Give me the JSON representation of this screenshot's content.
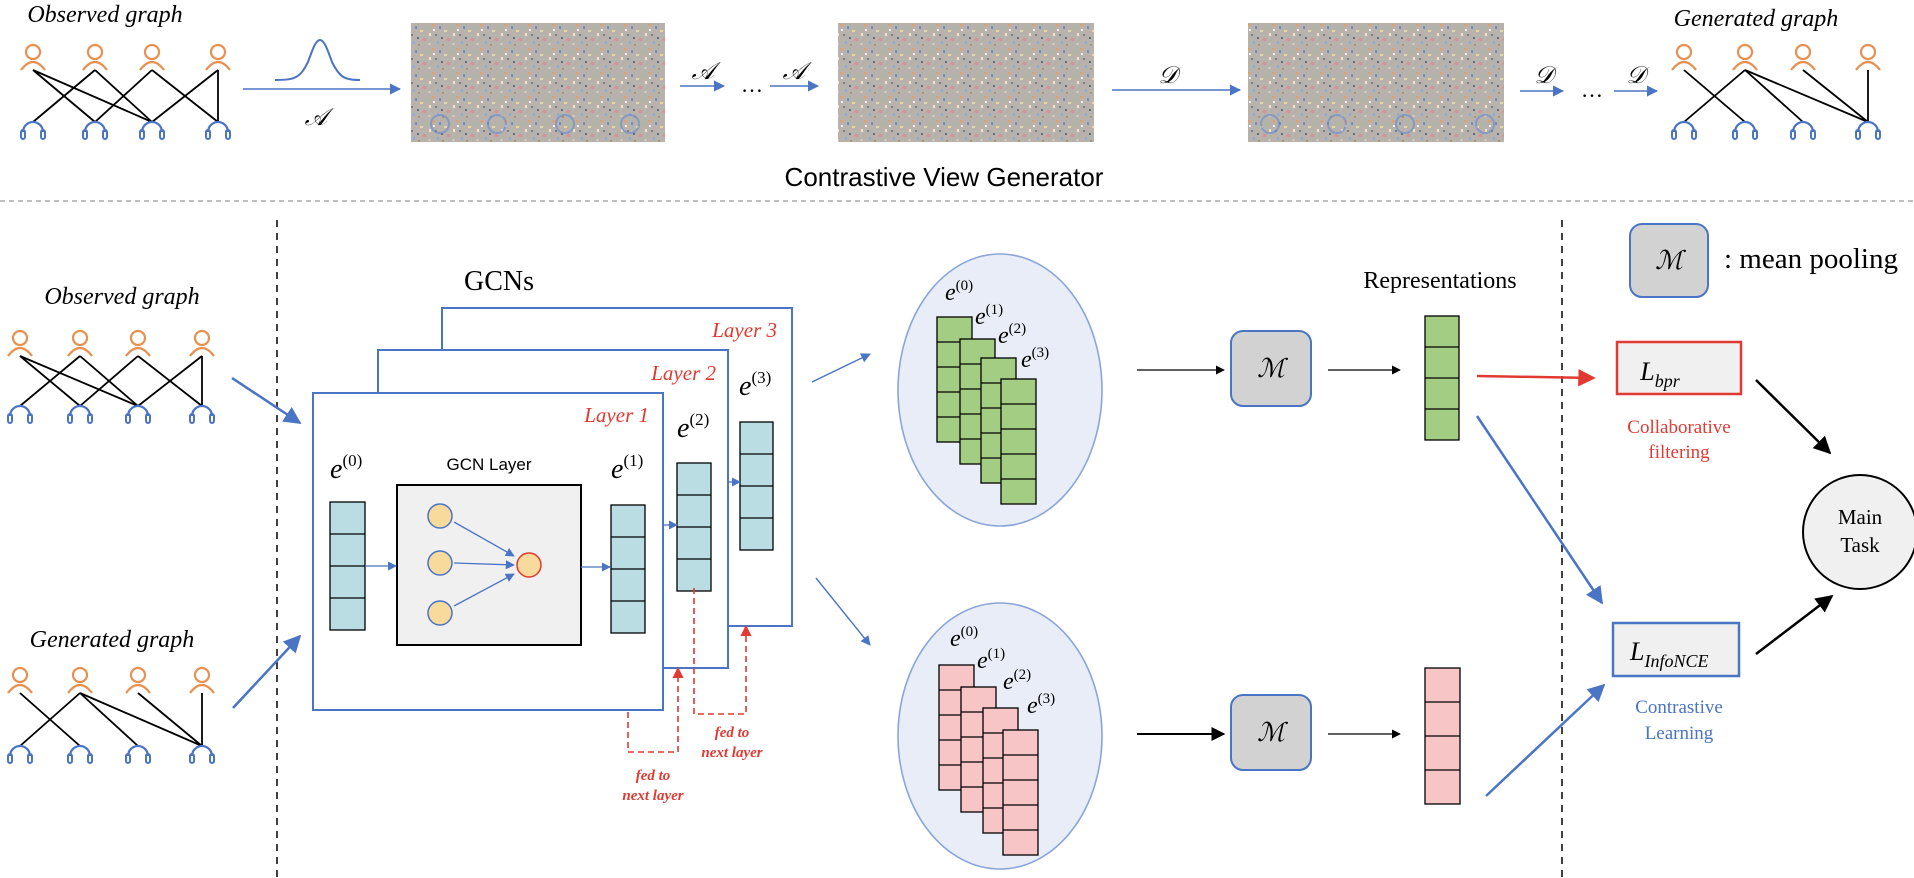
{
  "top": {
    "observed_title": "Observed graph",
    "generated_title": "Generated graph",
    "caption": "Contrastive View Generator",
    "symbol_a": "𝒜",
    "symbol_d": "𝒟",
    "dots": "…"
  },
  "left": {
    "observed_title": "Observed graph",
    "generated_title": "Generated graph"
  },
  "gcn": {
    "title": "GCNs",
    "layer1": "Layer 1",
    "layer2": "Layer 2",
    "layer3": "Layer 3",
    "inner_label": "GCN Layer",
    "e_base": "e",
    "sup0": "(0)",
    "sup1": "(1)",
    "sup2": "(2)",
    "sup3": "(3)",
    "fed_line1": "fed to",
    "fed_line2": "next layer"
  },
  "pooling": {
    "symbol": "ℳ",
    "legend_text": ": mean pooling"
  },
  "representations_label": "Representations",
  "loss": {
    "bpr_base": "L",
    "bpr_sub": "bpr",
    "infonce_base": "L",
    "infonce_sub": "InfoNCE",
    "cf_line1": "Collaborative",
    "cf_line2": "filtering",
    "cl_line1": "Contrastive",
    "cl_line2": "Learning"
  },
  "main_task": {
    "line1": "Main",
    "line2": "Task"
  },
  "colors": {
    "user_orange": "#e8904f",
    "item_blue": "#4a74c4",
    "arrow_blue": "#4a74c4",
    "red": "#e03a32",
    "teal": "#b9dde3",
    "green": "#a4cd84",
    "pink": "#f7c5c6",
    "ellipse": "#e8edf7",
    "gray_box": "#d2d2d2"
  }
}
